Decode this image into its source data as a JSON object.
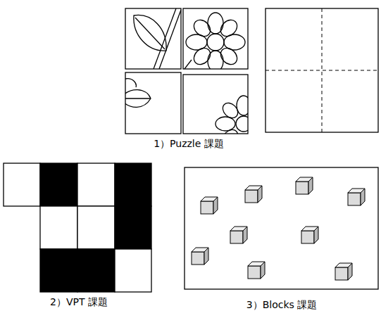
{
  "diagram": {
    "labels": [
      "1）Puzzle 課題",
      "2）VPT 課題",
      "3）Blocks 課題"
    ]
  }
}
